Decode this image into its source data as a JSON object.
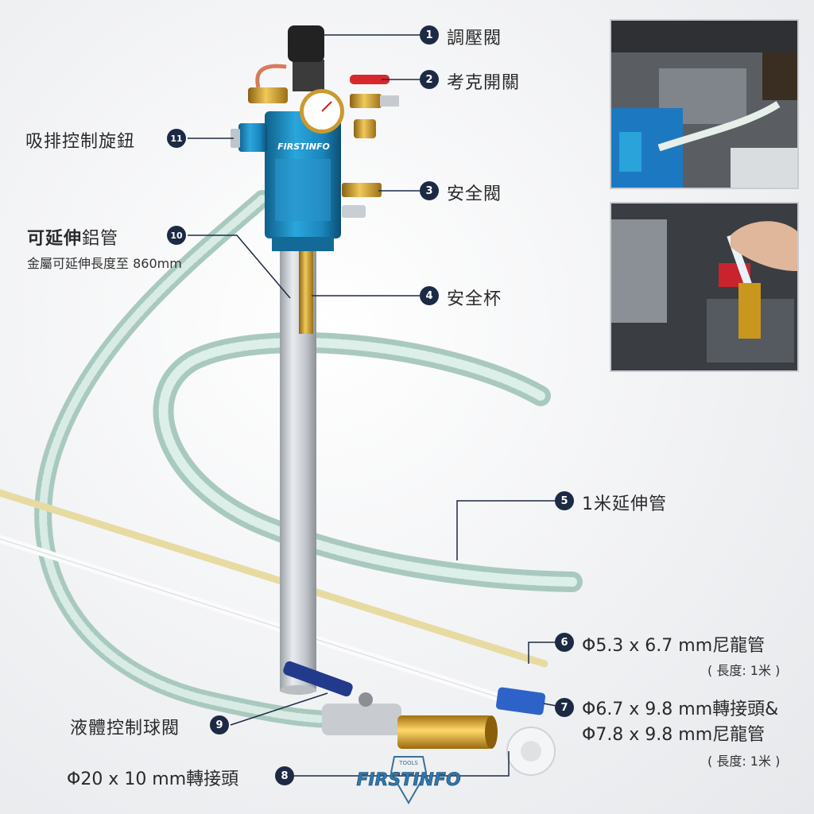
{
  "parts": {
    "p1": {
      "num": "1",
      "name": "調壓閥"
    },
    "p2": {
      "num": "2",
      "name": "考克開關"
    },
    "p3": {
      "num": "3",
      "name": "安全閥"
    },
    "p4": {
      "num": "4",
      "name": "安全杯"
    },
    "p5": {
      "num": "5",
      "name": "1米延伸管"
    },
    "p6": {
      "num": "6",
      "name": "Φ5.3 x 6.7 mm尼龍管",
      "note": "( 長度: 1米 )"
    },
    "p7": {
      "num": "7",
      "name_line1": "Φ6.7 x 9.8 mm轉接頭&",
      "name_line2": "Φ7.8 x 9.8 mm尼龍管",
      "note": "( 長度: 1米 )"
    },
    "p8": {
      "num": "8",
      "name": "Φ20 x 10 mm轉接頭"
    },
    "p9": {
      "num": "9",
      "name": "液體控制球閥"
    },
    "p10": {
      "num": "10",
      "name_bold": "可延伸",
      "name_rest": "鋁管",
      "desc": "金屬可延伸長度至 860mm"
    },
    "p11": {
      "num": "11",
      "name": "吸排控制旋鈕"
    }
  },
  "brand": {
    "logo_text": "FIRSTINFO",
    "device_text": "FIRSTINFO",
    "logo_sub": "TOOLS"
  },
  "colors": {
    "badge": "#1d2a44",
    "body_blue": "#1f8fc4",
    "hose": "#b9d6cc",
    "brass": "#c99a2e"
  }
}
